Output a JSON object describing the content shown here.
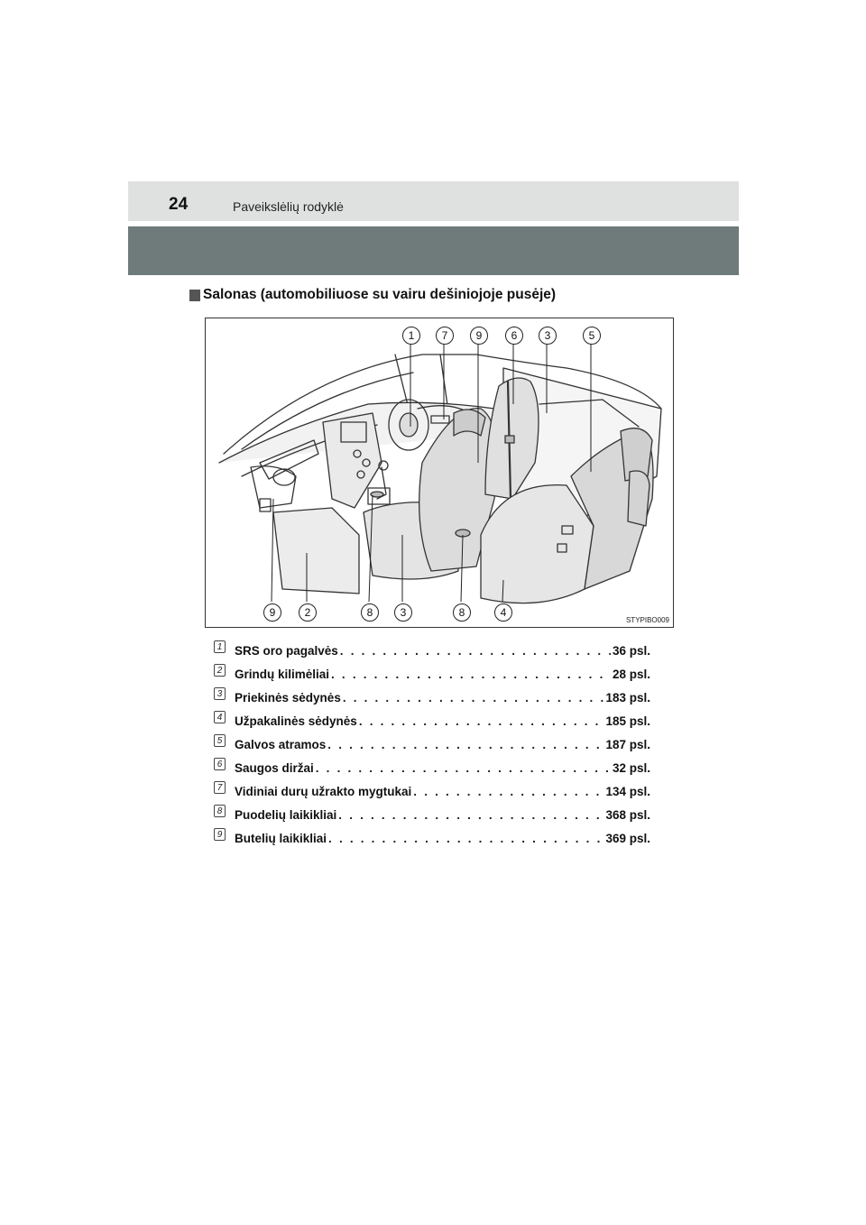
{
  "header": {
    "page_number": "24",
    "title": "Paveikslėlių rodyklė"
  },
  "section": {
    "heading": "Salonas (automobiliuose su vairu dešiniojoje pusėje)"
  },
  "figure": {
    "code": "STYPIBO009",
    "top_callouts": [
      "1",
      "7",
      "9",
      "6",
      "3",
      "5"
    ],
    "bottom_callouts": [
      "9",
      "2",
      "8",
      "3",
      "8",
      "4"
    ]
  },
  "items": [
    {
      "num": "1",
      "label": "SRS oro pagalvės",
      "page": "36 psl."
    },
    {
      "num": "2",
      "label": "Grindų kilimėliai",
      "page": "28 psl."
    },
    {
      "num": "3",
      "label": "Priekinės sėdynės",
      "page": "183 psl."
    },
    {
      "num": "4",
      "label": "Užpakalinės sėdynės",
      "page": "185 psl."
    },
    {
      "num": "5",
      "label": "Galvos atramos",
      "page": "187 psl."
    },
    {
      "num": "6",
      "label": "Saugos diržai",
      "page": "32 psl."
    },
    {
      "num": "7",
      "label": "Vidiniai durų užrakto mygtukai",
      "page": "134 psl."
    },
    {
      "num": "8",
      "label": "Puodelių laikikliai",
      "page": "368 psl."
    },
    {
      "num": "9",
      "label": "Butelių laikikliai",
      "page": "369 psl."
    }
  ]
}
